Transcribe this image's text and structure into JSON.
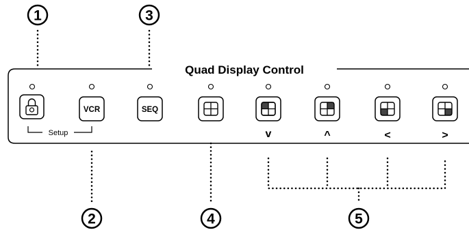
{
  "panel_title": "Quad Display Control",
  "setup_label": "Setup",
  "callouts": [
    "1",
    "2",
    "3",
    "4",
    "5"
  ],
  "buttons": [
    {
      "id": "lock",
      "icon": "padlock-icon",
      "label": ""
    },
    {
      "id": "vcr",
      "icon": "",
      "label": "VCR"
    },
    {
      "id": "seq",
      "icon": "",
      "label": "SEQ"
    },
    {
      "id": "quad",
      "icon": "quad-grid-icon",
      "label": ""
    },
    {
      "id": "cam1",
      "icon": "quad-top-left-icon",
      "label": "",
      "arrow": "v"
    },
    {
      "id": "cam2",
      "icon": "quad-top-right-icon",
      "label": "",
      "arrow": "^"
    },
    {
      "id": "cam3",
      "icon": "quad-bottom-left-icon",
      "label": "",
      "arrow": "<"
    },
    {
      "id": "cam4",
      "icon": "quad-bottom-right-icon",
      "label": "",
      "arrow": ">"
    }
  ],
  "colors": {
    "ink": "#000000",
    "fill": "#444444",
    "background": "#ffffff"
  }
}
